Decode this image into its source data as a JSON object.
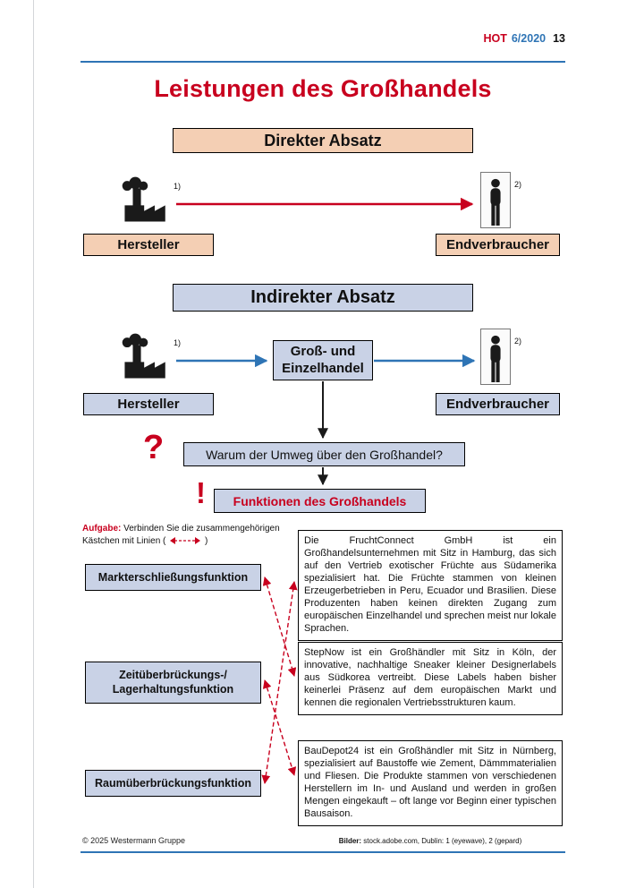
{
  "colors": {
    "accent_red": "#c8001e",
    "peach": "#f4cfb4",
    "lavender": "#c9d2e6",
    "blue": "#2e74b5"
  },
  "header": {
    "magazine": "HOT",
    "issue": "6/2020",
    "page": "13"
  },
  "title": "Leistungen des Großhandels",
  "direct_section": {
    "heading": "Direkter Absatz",
    "producer": "Hersteller",
    "consumer": "Endverbraucher",
    "footnote_factory": "1)",
    "footnote_person": "2)"
  },
  "indirect_section": {
    "heading": "Indirekter Absatz",
    "middle": "Groß- und\nEinzelhandel",
    "producer": "Hersteller",
    "consumer": "Endverbraucher",
    "footnote_factory": "1)",
    "footnote_person": "2)"
  },
  "question": {
    "mark": "?",
    "text": "Warum der Umweg über den Großhandel?"
  },
  "functions_header": {
    "mark": "!",
    "text": "Funktionen des Großhandels"
  },
  "task": {
    "label": "Aufgabe:",
    "line1": " Verbinden Sie die zusammengehörigen",
    "line2_pre": "Kästchen mit Linien ( ",
    "line2_post": " )"
  },
  "function_boxes": [
    {
      "label": "Markterschließungsfunktion"
    },
    {
      "label": "Zeitüberbrückungs-/\nLagerhaltungsfunktion"
    },
    {
      "label": "Raumüberbrückungsfunktion"
    }
  ],
  "case_boxes": [
    {
      "text": "Die FruchtConnect GmbH ist ein Großhandelsunternehmen mit Sitz in Hamburg, das sich auf den Vertrieb exotischer Früchte aus Südamerika spezialisiert hat. Die Früchte stammen von kleinen Erzeugerbetrieben in Peru, Ecuador und Brasilien. Diese Produzenten haben keinen direkten Zugang zum europäischen Einzelhandel und sprechen meist nur lokale Sprachen."
    },
    {
      "text": "StepNow ist ein Großhändler mit Sitz in Köln, der innovative, nachhaltige Sneaker kleiner Designerlabels aus Südkorea vertreibt. Diese Labels haben bisher keinerlei Präsenz auf dem europäischen Markt und kennen die regionalen Vertriebsstrukturen kaum."
    },
    {
      "text": "BauDepot24 ist ein Großhändler mit Sitz in Nürnberg, spezialisiert auf Baustoffe wie Zement, Dämmmaterialien und Fliesen. Die Produkte stammen von verschiedenen Herstellern im In- und Ausland und werden in großen Mengen eingekauft – oft lange vor Beginn einer typischen Bausaison."
    }
  ],
  "footer": {
    "left": "© 2025 Westermann Gruppe",
    "credits_label": "Bilder:",
    "credits_text": " stock.adobe.com, Dublin: 1 (eyewave), 2 (gepard)"
  }
}
